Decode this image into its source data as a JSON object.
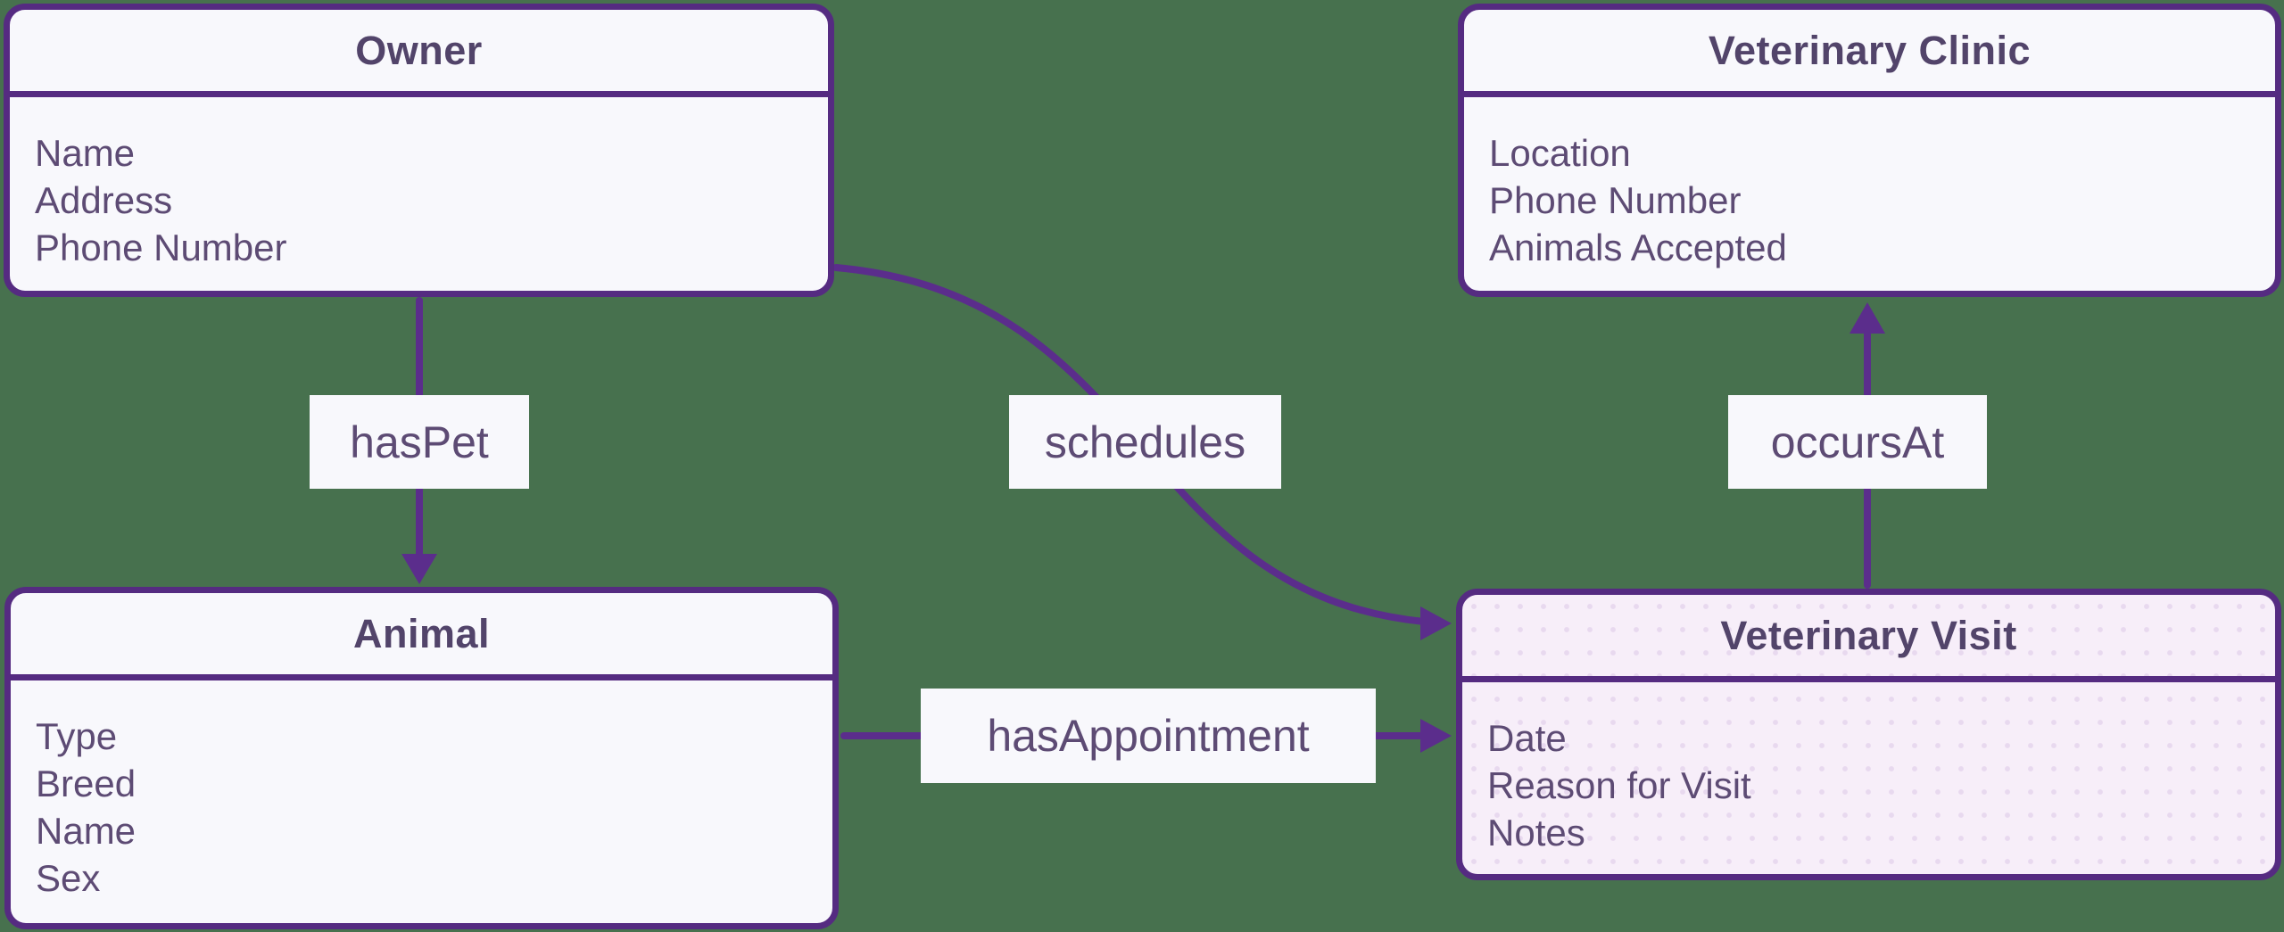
{
  "diagram": {
    "type": "entity-relationship",
    "background_color": "#47714e",
    "colors": {
      "node_fill": "#f8f8fc",
      "node_fill_highlighted": "#f7eef9",
      "node_border": "#552b81",
      "edge_line": "#5b2d8c",
      "title_text": "#52446a",
      "attribute_text": "#5d4b74"
    },
    "entities": [
      {
        "title": "Owner",
        "attributes": [
          "Name",
          "Address",
          "Phone Number"
        ],
        "highlighted": false
      },
      {
        "title": "Veterinary Clinic",
        "attributes": [
          "Location",
          "Phone Number",
          "Animals Accepted"
        ],
        "highlighted": false
      },
      {
        "title": "Animal",
        "attributes": [
          "Type",
          "Breed",
          "Name",
          "Sex"
        ],
        "highlighted": false
      },
      {
        "title": "Veterinary Visit",
        "attributes": [
          "Date",
          "Reason for Visit",
          "Notes"
        ],
        "highlighted": true
      }
    ],
    "relationships": [
      {
        "label": "hasPet",
        "from": "Owner",
        "to": "Animal",
        "style": "straight-down-arrow"
      },
      {
        "label": "schedules",
        "from": "Owner",
        "to": "Veterinary Visit",
        "style": "curved-arrow"
      },
      {
        "label": "hasAppointment",
        "from": "Animal",
        "to": "Veterinary Visit",
        "style": "straight-right-arrow"
      },
      {
        "label": "occursAt",
        "from": "Veterinary Visit",
        "to": "Veterinary Clinic",
        "style": "straight-up-arrow"
      }
    ]
  }
}
